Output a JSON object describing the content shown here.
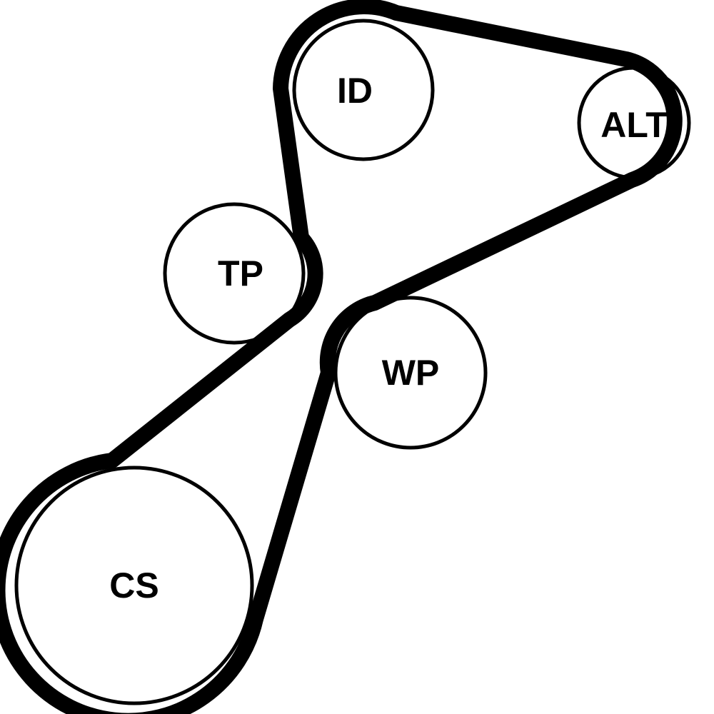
{
  "colors": {
    "belt": "#000000",
    "pulley_outline": "#000000",
    "pulley_fill": "#ffffff",
    "background": "#ffffff"
  },
  "pulleys": {
    "id": {
      "label": "ID"
    },
    "alt": {
      "label": "ALT"
    },
    "tp": {
      "label": "TP"
    },
    "wp": {
      "label": "WP"
    },
    "cs": {
      "label": "CS"
    }
  }
}
